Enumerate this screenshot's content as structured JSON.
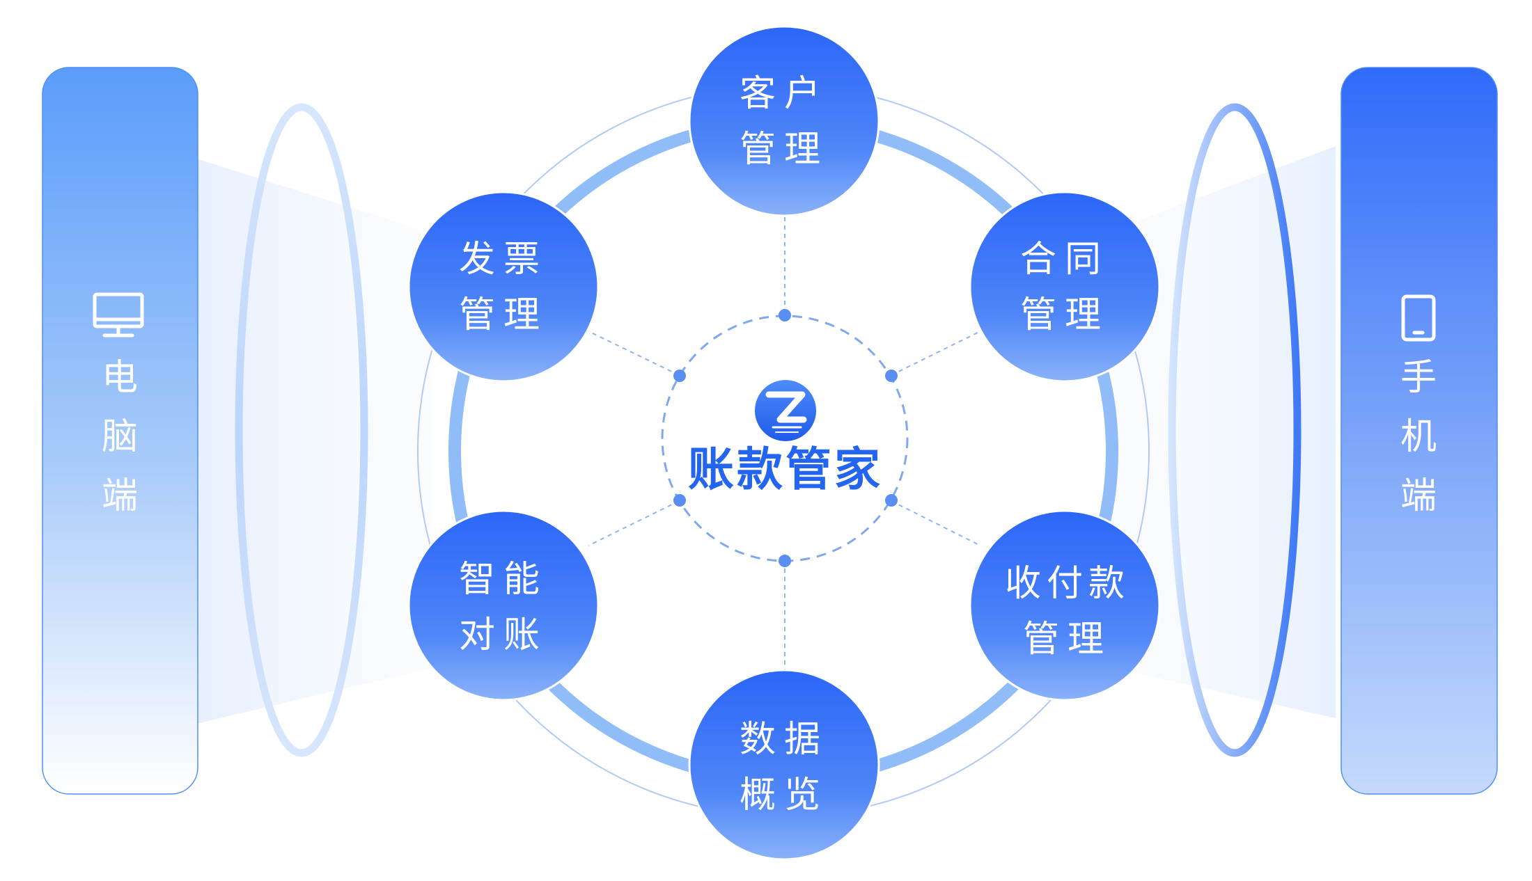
{
  "center": {
    "title": "账款管家",
    "logo_icon": "zhangkuan-logo-icon"
  },
  "modules": [
    {
      "id": "customer",
      "lines": [
        "客户",
        "管理"
      ]
    },
    {
      "id": "contract",
      "lines": [
        "合同",
        "管理"
      ]
    },
    {
      "id": "payment",
      "lines": [
        "收付款",
        "管理"
      ]
    },
    {
      "id": "data-overview",
      "lines": [
        "数据",
        "概览"
      ]
    },
    {
      "id": "reconciliation",
      "lines": [
        "智能",
        "对账"
      ]
    },
    {
      "id": "invoice",
      "lines": [
        "发票",
        "管理"
      ]
    }
  ],
  "left_panel": {
    "label_chars": [
      "电",
      "脑",
      "端"
    ],
    "icon": "monitor-icon"
  },
  "right_panel": {
    "label_chars": [
      "手",
      "机",
      "端"
    ],
    "icon": "phone-icon"
  },
  "colors": {
    "primary": "#2F6BFA",
    "primary_light": "#8AB4F8",
    "ring": "#90BDF7",
    "thin_ring": "#AFCBF4",
    "dashed": "#7FA8EE",
    "title": "#2364F0"
  }
}
